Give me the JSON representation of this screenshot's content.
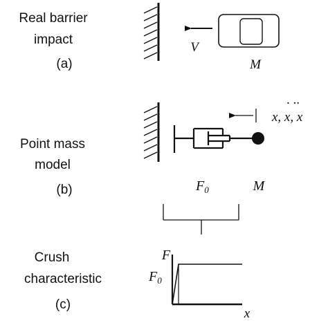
{
  "panel_a": {
    "title_line1": "Real barrier",
    "title_line2": "impact",
    "label": "(a)",
    "velocity_label": "V",
    "mass_label": "M"
  },
  "panel_b": {
    "title_line1": "Point mass",
    "title_line2": "model",
    "label": "(b)",
    "force_label": "F",
    "force_subscript": "0",
    "mass_label": "M",
    "motion_vars": "x, x, x",
    "derivative_dots": ". .."
  },
  "panel_c": {
    "title_line1": "Crush",
    "title_line2": "characteristic",
    "label": "(c)",
    "y_axis_label": "F",
    "level_label": "F",
    "level_subscript": "0",
    "x_axis_label": "x"
  }
}
